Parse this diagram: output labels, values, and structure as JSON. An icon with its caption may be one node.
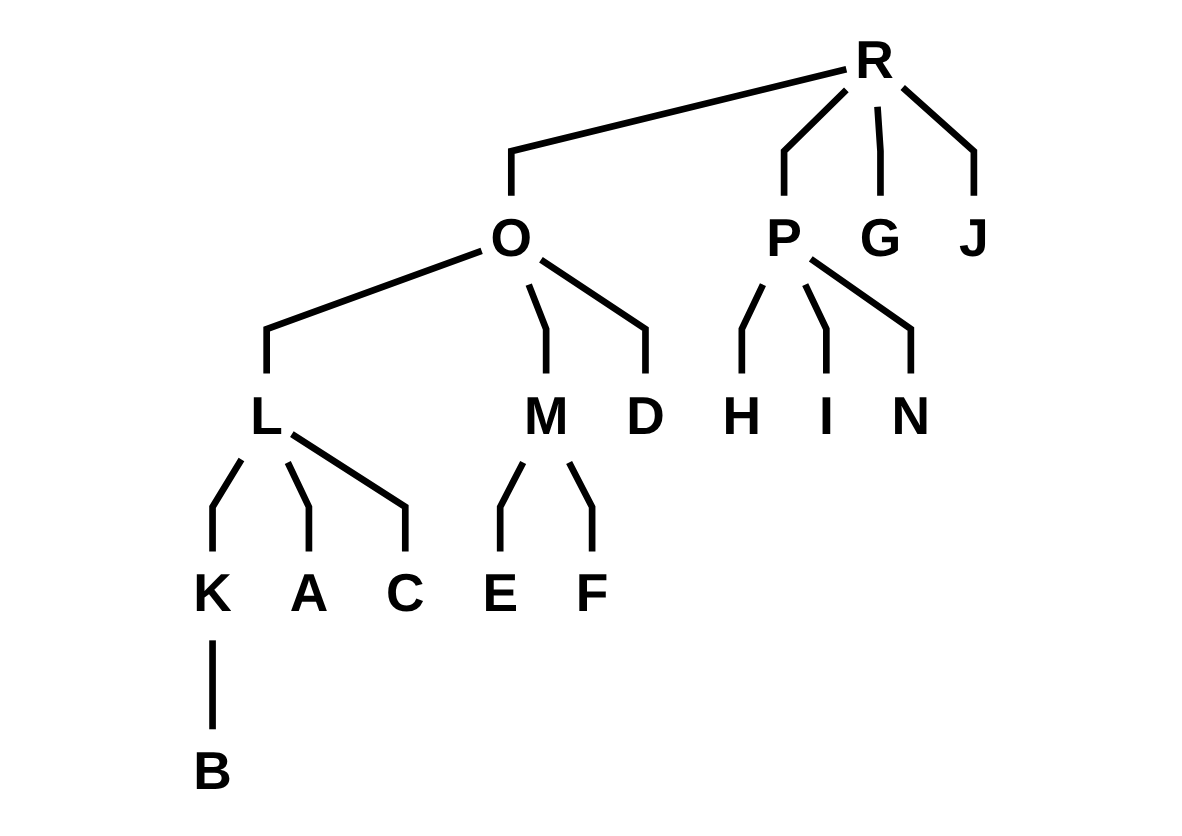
{
  "diagram": {
    "nodes": [
      {
        "text": [
          "R"
        ]
      },
      {
        "text": [
          "O"
        ]
      },
      {
        "text": [
          "L"
        ]
      },
      {
        "text": [
          "M"
        ]
      },
      {
        "text": [
          "P"
        ]
      },
      {
        "text": [
          "K"
        ]
      },
      {
        "text": [
          "A"
        ]
      },
      {
        "text": [
          "B"
        ]
      },
      {
        "text": [
          "C"
        ]
      },
      {
        "text": [
          "D"
        ]
      },
      {
        "text": [
          "E"
        ]
      },
      {
        "text": [
          "F"
        ]
      },
      {
        "text": [
          "G"
        ]
      },
      {
        "text": [
          "H"
        ]
      },
      {
        "text": [
          "I"
        ]
      },
      {
        "text": [
          "N"
        ]
      },
      {
        "text": [
          "J"
        ]
      }
    ],
    "edges": [
      {
        "from": 0,
        "to": 1,
        "arrow": "none"
      },
      {
        "from": 0,
        "to": 12,
        "arrow": "none"
      },
      {
        "from": 0,
        "to": 4,
        "arrow": "none"
      },
      {
        "from": 0,
        "to": 16,
        "arrow": "none"
      },
      {
        "from": 1,
        "to": 2,
        "arrow": "none"
      },
      {
        "from": 1,
        "to": 9,
        "arrow": "none"
      },
      {
        "from": 1,
        "to": 3,
        "arrow": "none"
      },
      {
        "from": 2,
        "to": 6,
        "arrow": "none"
      },
      {
        "from": 2,
        "to": 5,
        "arrow": "none"
      },
      {
        "from": 2,
        "to": 8,
        "arrow": "none"
      },
      {
        "from": 5,
        "to": 7,
        "arrow": "none"
      },
      {
        "from": 3,
        "to": 10,
        "arrow": "none"
      },
      {
        "from": 3,
        "to": 11,
        "arrow": "none"
      },
      {
        "from": 4,
        "to": 13,
        "arrow": "none"
      },
      {
        "from": 4,
        "to": 14,
        "arrow": "none"
      },
      {
        "from": 4,
        "to": 15,
        "arrow": "none"
      }
    ]
  }
}
